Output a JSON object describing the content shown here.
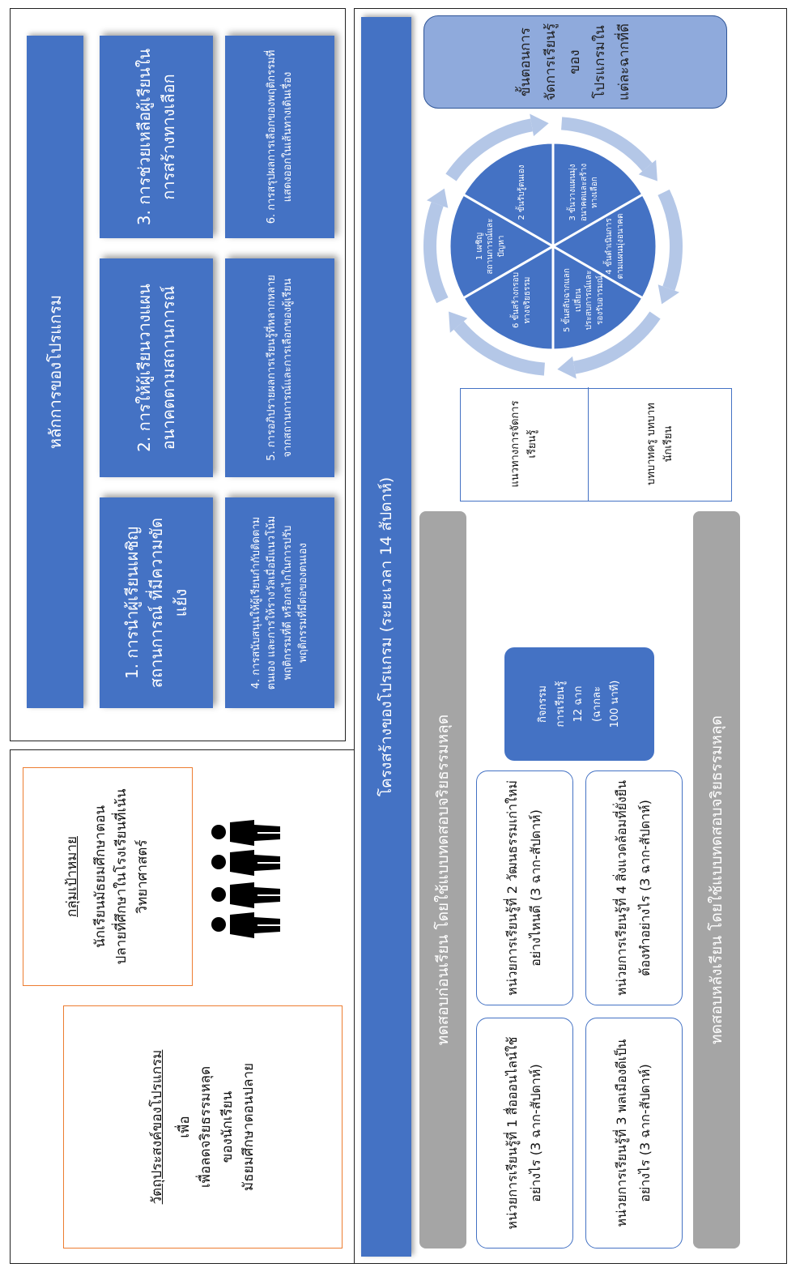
{
  "objective": {
    "heading": "วัตถุประสงค์ของโปรแกรม",
    "lines": [
      "เพื่อ",
      "เพื่อลดจริยธรรมหลุด",
      "ของนักเรียน",
      "มัธยมศึกษาตอนปลาย"
    ]
  },
  "target": {
    "heading": "กลุ่มเป้าหมาย",
    "lines": [
      "นักเรียนมัธยมศึกษาตอน",
      "ปลายที่ศึกษาในโรงเรียนที่เน้น",
      "วิทยาศาสตร์"
    ]
  },
  "principles": {
    "title": "หลักการของโปรแกรม",
    "items": [
      "1. การนำผู้เรียนเผชิญสถานการณ์ ที่มีความขัดแย้ง",
      "2. การให้ผู้เรียนวางแผนอนาคตตามสถานการณ์",
      "3. การช่วยเหลือผู้เรียนในการสร้างทางเลือก",
      "4. การสนับสนุนให้ผู้เรียนกำกับติดตามตนเอง และการให้รางวัลเมื่อมีแนวโน้มพฤติกรรมที่ดี หรือกลไกในการปรับพฤติกรรมที่มีต่อของตนเอง",
      "5. การอภิปรายผลการเรียนรู้ที่หลากหลายจากสถานการณ์และการเลือกของผู้เรียน",
      "6. การสรุปผลการเลือกของพฤติกรรมที่แสดงออกในเส้นทางเดินเรื่อง"
    ]
  },
  "structure": {
    "title": "โครงสร้างของโปรแกรม (ระยะเวลา 14 สัปดาห์)",
    "pretest": "ทดสอบก่อนเรียน โดยใช้แบบทดสอบจริยธรรมหลุด",
    "posttest": "ทดสอบหลังเรียน โดยใช้แบบทดสอบจริยธรรมหลุด",
    "units": [
      "หน่วยการเรียนรู้ที่ 1 สื่อออนไลน์ใช้อย่างไร (3 ฉาก-สัปดาห์)",
      "หน่วยการเรียนรู้ที่ 2 วัฒนธรรมเก่าใหม่ อย่างไหนดี (3 ฉาก-สัปดาห์)",
      "หน่วยการเรียนรู้ที่ 3 พลเมืองดีเป็นอย่างไร (3 ฉาก-สัปดาห์)",
      "หน่วยการเรียนรู้ที่ 4 สิ่งแวดล้อมที่ยั่งยืนต้องทำอย่างไร (3 ฉาก-สัปดาห์)"
    ],
    "activity": [
      "กิจกรรม",
      "การเรียนรู้",
      "12 ฉาก",
      "(ฉากละ",
      "100 นาที)"
    ],
    "approach": "แนวทางการจัดการเรียนรู้",
    "roles": "บทบาทครู บทบาทนักเรียน",
    "steps_title": "ขั้นตอนการจัดการเรียนรู้ของโปรแกรมในแต่ละฉากที่ดี",
    "cycle_steps": [
      "1 เผชิญสถานการณ์และปัญหา",
      "2 ขั้นรับรู้ตนเอง",
      "3 ขั้นวางแผนมุ่งอนาคตและสร้างทางเลือก",
      "4 ขั้นดำเนินการตามแผนมุ่งอนาคต",
      "5 ขั้นสลับฉากแลกเปลี่ยนประสบการณ์และรองรับอารมณ์",
      "6 ขั้นสร้างกรอบทางจริยธรรม"
    ]
  },
  "colors": {
    "primary_blue": "#4472c4",
    "light_blue": "#8faadc",
    "gray": "#a5a5a5",
    "orange": "#ed7d31"
  },
  "icons": [
    "people-group-icon"
  ]
}
